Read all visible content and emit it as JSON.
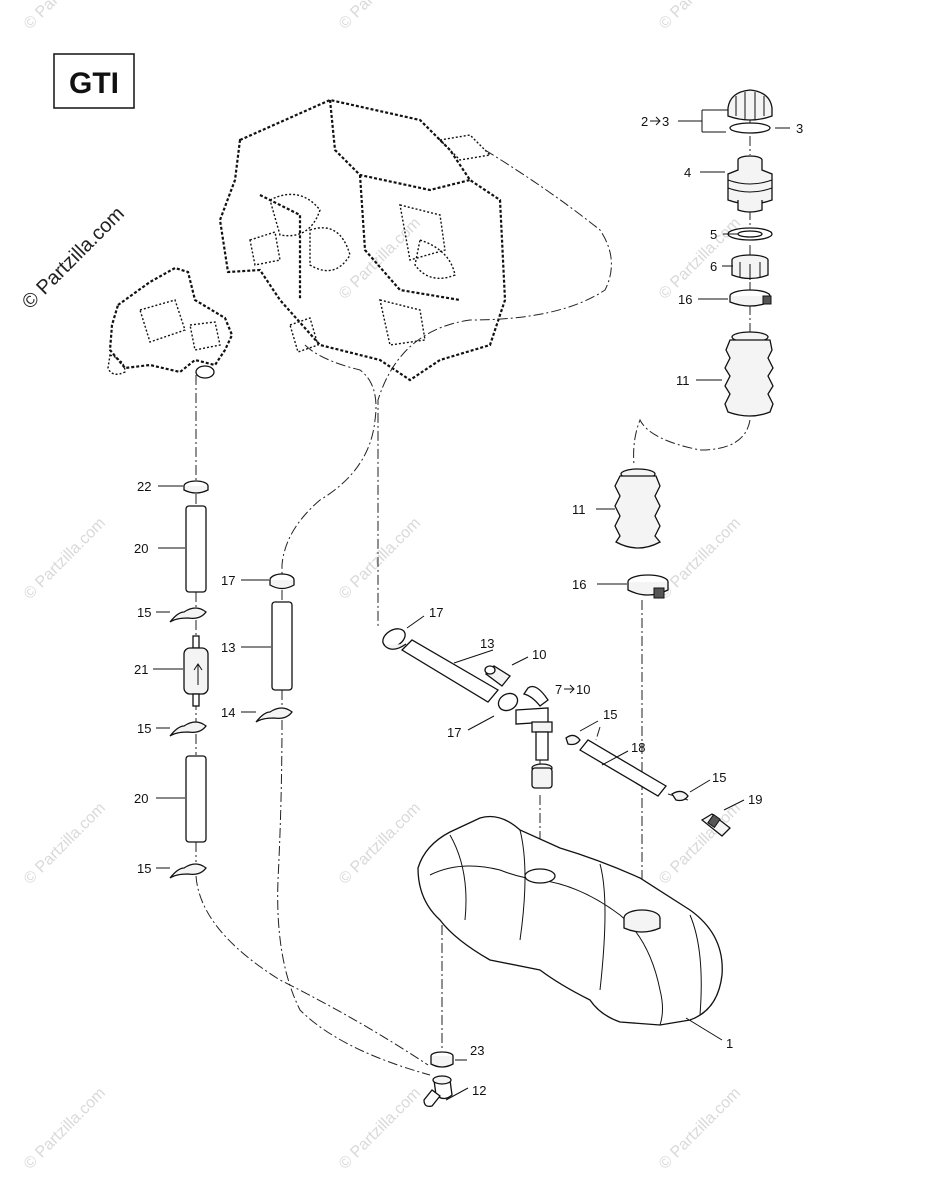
{
  "model_label": "GTI",
  "main_watermark": "© Partzilla.com",
  "background_watermark": "© Partzilla.com",
  "callouts": {
    "c1": "1",
    "c2to3": "2",
    "c2to3_target": "3",
    "c3": "3",
    "c4": "4",
    "c5": "5",
    "c6": "6",
    "c10": "10",
    "c7to10": "7",
    "c7to10_target": "10",
    "c11_top": "11",
    "c11_bottom": "11",
    "c12": "12",
    "c13_left": "13",
    "c13_right": "13",
    "c14": "14",
    "c15_a": "15",
    "c15_b": "15",
    "c15_c": "15",
    "c15_d": "15",
    "c15_e": "15",
    "c16_top": "16",
    "c16_bottom": "16",
    "c17_left": "17",
    "c17_right_top": "17",
    "c17_right_bottom": "17",
    "c18": "18",
    "c19": "19",
    "c20_top": "20",
    "c20_bottom": "20",
    "c21": "21",
    "c22": "22",
    "c23": "23"
  }
}
